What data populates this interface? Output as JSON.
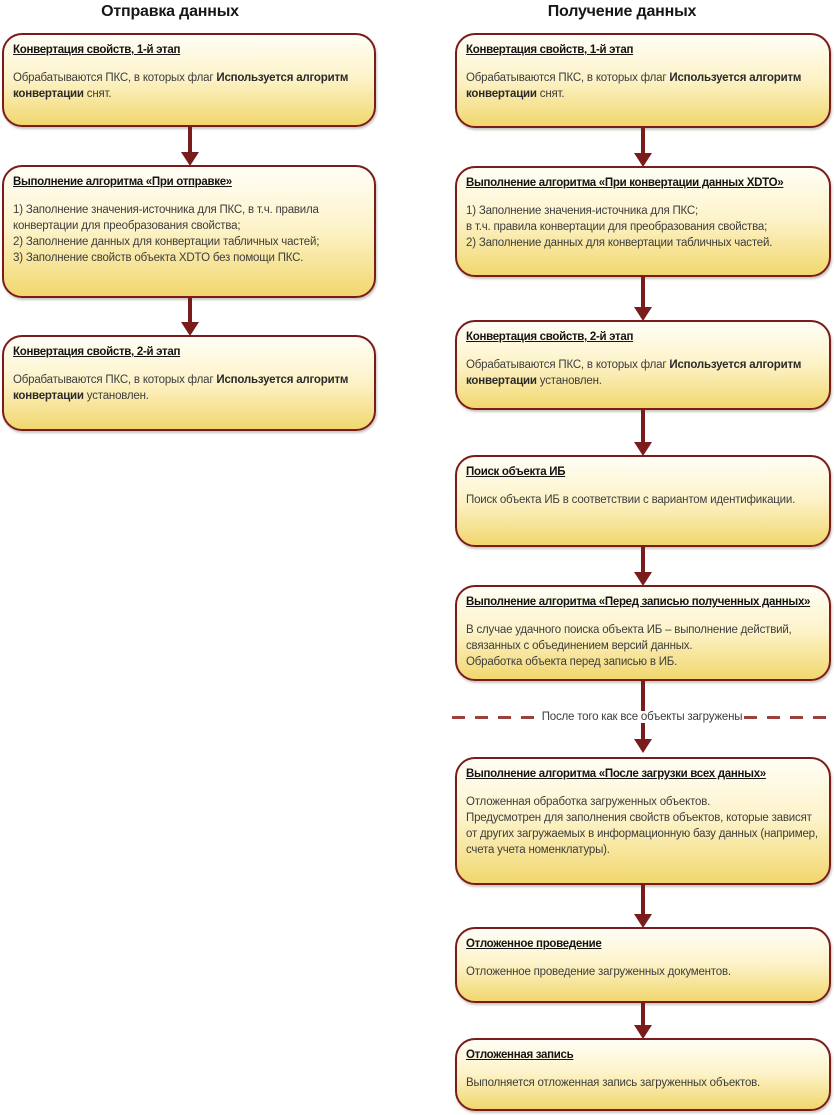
{
  "colors": {
    "box_border": "#7b1c1c",
    "box_gradient_top": "#fffef6",
    "box_gradient_bottom": "#f1d76e",
    "arrow": "#7b1c1c",
    "dashed_line": "#9c403d",
    "title_text": "#141414",
    "body_text": "#3d3d3d"
  },
  "columns": [
    {
      "title": "Отправка данных",
      "boxes": [
        {
          "title": "Конвертация свойств, 1-й этап",
          "paragraphs": [
            [
              {
                "t": "Обрабатываются ПКС, в которых флаг "
              },
              {
                "t": "Используется алгоритм конвертации",
                "b": true
              },
              {
                "t": " снят."
              }
            ]
          ]
        },
        {
          "title": "Выполнение алгоритма «При отправке»",
          "paragraphs": [
            [
              {
                "t": "1) Заполнение значения-источника для ПКС, в т.ч. правила конвертации для преобразования свойства;"
              }
            ],
            [
              {
                "t": "2) Заполнение данных для конвертации табличных частей;"
              }
            ],
            [
              {
                "t": "3) Заполнение свойств объекта XDTO без помощи ПКС."
              }
            ]
          ]
        },
        {
          "title": "Конвертация свойств, 2-й этап",
          "paragraphs": [
            [
              {
                "t": "Обрабатываются ПКС, в которых флаг "
              },
              {
                "t": "Используется алгоритм конвертации",
                "b": true
              },
              {
                "t": " установлен."
              }
            ]
          ]
        }
      ]
    },
    {
      "title": "Получение данных",
      "divider_label": "После того как все объекты загружены",
      "boxes": [
        {
          "title": "Конвертация свойств, 1-й этап",
          "paragraphs": [
            [
              {
                "t": "Обрабатываются ПКС, в которых флаг "
              },
              {
                "t": "Используется алгоритм конвертации",
                "b": true
              },
              {
                "t": " снят."
              }
            ]
          ]
        },
        {
          "title": "Выполнение алгоритма «При конвертации данных XDTO»",
          "paragraphs": [
            [
              {
                "t": "1) Заполнение значения-источника для ПКС;"
              }
            ],
            [
              {
                "t": "в т.ч. правила конвертации для преобразования свойства;"
              }
            ],
            [
              {
                "t": "2) Заполнение данных для конвертации табличных частей."
              }
            ]
          ]
        },
        {
          "title": "Конвертация свойств, 2-й этап",
          "paragraphs": [
            [
              {
                "t": "Обрабатываются ПКС, в которых флаг "
              },
              {
                "t": "Используется алгоритм конвертации",
                "b": true
              },
              {
                "t": " установлен."
              }
            ]
          ]
        },
        {
          "title": "Поиск объекта ИБ",
          "paragraphs": [
            [
              {
                "t": "Поиск объекта ИБ в соответствии с вариантом идентификации."
              }
            ]
          ]
        },
        {
          "title": "Выполнение алгоритма «Перед записью полученных данных»",
          "paragraphs": [
            [
              {
                "t": "В случае удачного поиска объекта ИБ – выполнение действий, связанных с объединением версий данных."
              }
            ],
            [
              {
                "t": "Обработка объекта перед записью в ИБ."
              }
            ]
          ]
        },
        {
          "title": "Выполнение алгоритма «После загрузки всех данных»",
          "paragraphs": [
            [
              {
                "t": "Отложенная обработка загруженных объектов."
              }
            ],
            [
              {
                "t": "Предусмотрен для заполнения свойств объектов, которые зависят от других загружаемых в информационную базу данных (например, счета учета номенклатуры)."
              }
            ]
          ]
        },
        {
          "title": "Отложенное проведение",
          "paragraphs": [
            [
              {
                "t": "Отложенное проведение загруженных документов."
              }
            ]
          ]
        },
        {
          "title": "Отложенная запись",
          "paragraphs": [
            [
              {
                "t": "Выполняется отложенная запись загруженных объектов."
              }
            ]
          ]
        }
      ]
    }
  ]
}
